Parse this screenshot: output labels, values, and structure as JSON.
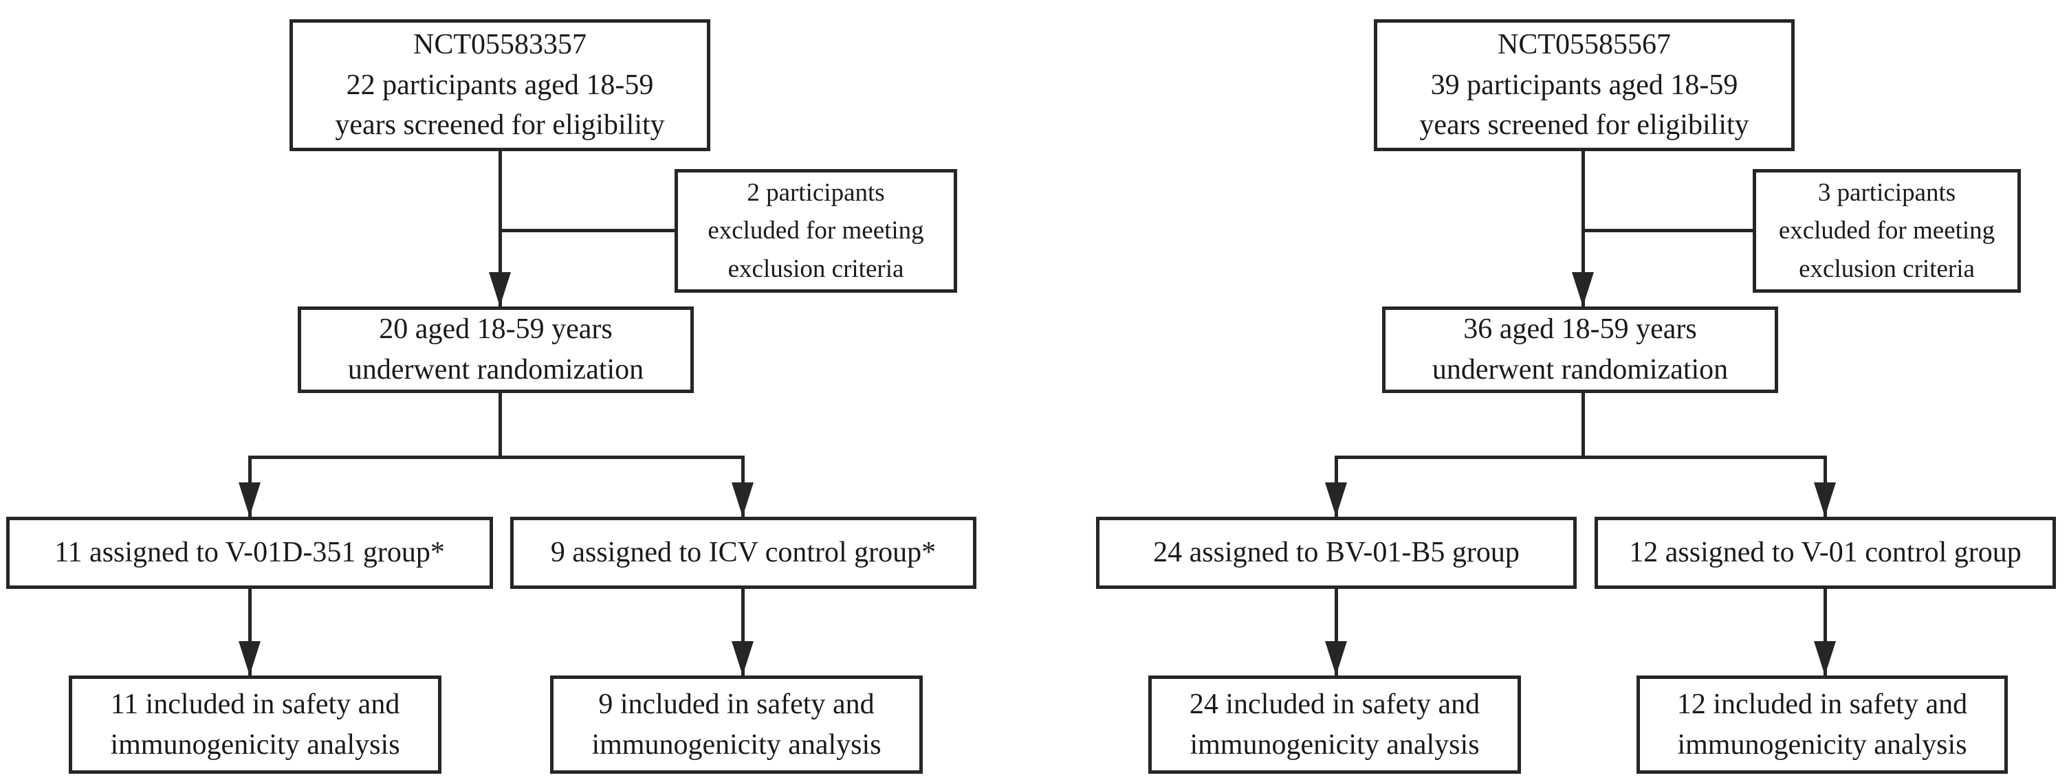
{
  "left_diagram": {
    "screened_box": "NCT05583357\n22 participants aged 18-59\nyears screened for eligibility",
    "excluded_box": "2 participants\nexcluded for meeting\nexclusion criteria",
    "randomized_box": "20 aged 18-59 years\nunderwent randomization",
    "arm1_box": "11 assigned to V-01D-351 group*",
    "arm2_box": "9 assigned to ICV control group*",
    "arm1_analysis_box": "11 included in safety and\nimmunogenicity analysis",
    "arm2_analysis_box": "9 included in safety and\nimmunogenicity analysis"
  },
  "right_diagram": {
    "screened_box": "NCT05585567\n39 participants aged 18-59\nyears screened for eligibility",
    "excluded_box": "3 participants\nexcluded for meeting\nexclusion criteria",
    "randomized_box": "36 aged 18-59 years\nunderwent randomization",
    "arm1_box": "24 assigned to BV-01-B5 group",
    "arm2_box": "12 assigned to V-01 control group",
    "arm1_analysis_box": "24 included in safety and\nimmunogenicity analysis",
    "arm2_analysis_box": "12 included in safety and\nimmunogenicity analysis"
  },
  "colors": {
    "line": "#262626",
    "text": "#1a1a1a",
    "background": "#ffffff"
  }
}
